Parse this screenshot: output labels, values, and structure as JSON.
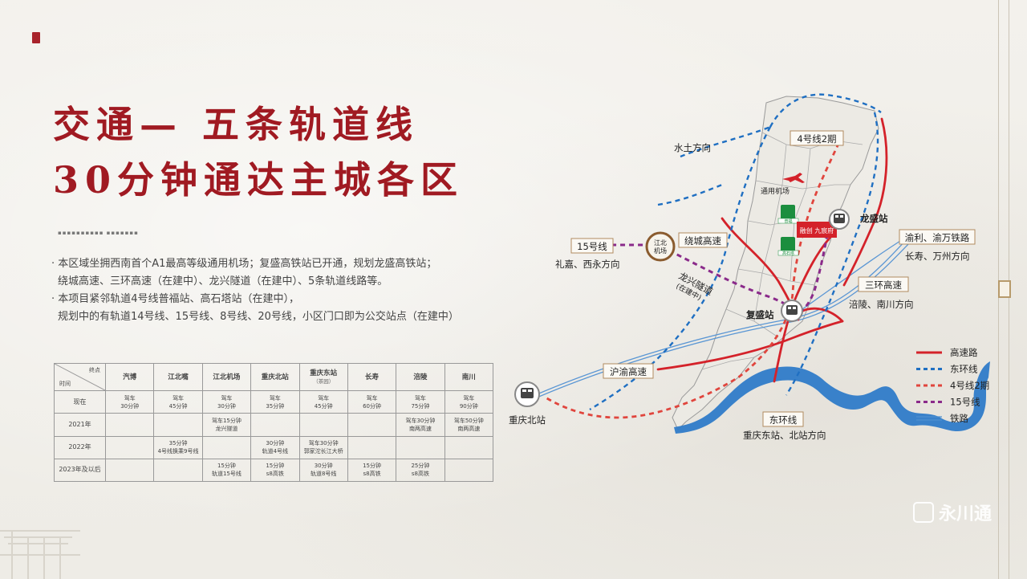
{
  "title": {
    "line1": "交通— 五条轨道线",
    "line2": "30分钟通达主城各区"
  },
  "intro": {
    "bullet1_a": "· 本区域坐拥西南首个A1最高等级通用机场；复盛高铁站已开通，规划龙盛高铁站；",
    "bullet1_b": "绕城高速、三环高速（在建中）、龙兴隧道（在建中）、5条轨道线路等。",
    "bullet2_a": "· 本项目紧邻轨道4号线普福站、高石塔站（在建中），",
    "bullet2_b": "规划中的有轨道14号线、15号线、8号线、20号线，小区门口即为公交站点（在建中）"
  },
  "table": {
    "corner_top": "终点",
    "corner_bottom": "时间",
    "headers": [
      "汽博",
      "江北嘴",
      "江北机场",
      "重庆北站",
      "重庆东站",
      "长寿",
      "涪陵",
      "南川"
    ],
    "header_notes": [
      "",
      "",
      "",
      "",
      "（茶园）",
      "",
      "",
      ""
    ],
    "rows": [
      {
        "label": "现在",
        "cells": [
          [
            "驾车",
            "30分钟"
          ],
          [
            "驾车",
            "45分钟"
          ],
          [
            "驾车",
            "30分钟"
          ],
          [
            "驾车",
            "35分钟"
          ],
          [
            "驾车",
            "45分钟"
          ],
          [
            "驾车",
            "60分钟"
          ],
          [
            "驾车",
            "75分钟"
          ],
          [
            "驾车",
            "90分钟"
          ]
        ]
      },
      {
        "label": "2021年",
        "cells": [
          [],
          [],
          [
            "驾车15分钟",
            "龙兴隧道"
          ],
          [],
          [],
          [],
          [
            "驾车30分钟",
            "南两高速"
          ],
          [
            "驾车50分钟",
            "南两高速"
          ]
        ]
      },
      {
        "label": "2022年",
        "cells": [
          [],
          [
            "35分钟",
            "4号线换乘9号线"
          ],
          [],
          [
            "30分钟",
            "轨道4号线"
          ],
          [
            "驾车30分钟",
            "郭家沱长江大桥"
          ],
          [],
          [],
          []
        ]
      },
      {
        "label": "2023年及以后",
        "cells": [
          [],
          [],
          [
            "15分钟",
            "轨道15号线"
          ],
          [
            "15分钟",
            "s8高铁"
          ],
          [
            "30分钟",
            "轨道8号线"
          ],
          [
            "15分钟",
            "s8高铁"
          ],
          [
            "25分钟",
            "s8高铁"
          ],
          []
        ]
      }
    ]
  },
  "map": {
    "labels": {
      "shuitu": "水土方向",
      "line4_phase2": "4号线2期",
      "general_airport": "通用机场",
      "longsheng": "龙盛站",
      "yuli": "渝利、渝万铁路",
      "changshou": "长寿、万州方向",
      "line15": "15号线",
      "lijia": "礼嘉、西永方向",
      "jiangbei_airport_1": "江北",
      "jiangbei_airport_2": "机场",
      "ring_expressway": "绕城高速",
      "longxing_tunnel": "龙兴隧道",
      "under_construction": "(在建中)",
      "third_ring": "三环高速",
      "fuling": "涪陵、南川方向",
      "fusheng": "复盛站",
      "huyu": "沪渝高速",
      "chongqing_north": "重庆北站",
      "east_ring": "东环线",
      "cq_east": "重庆东站、北站方向",
      "station_pufu": "普福",
      "station_gaoshita": "高石塔",
      "project_name": "融创 九宸府"
    },
    "legend": [
      {
        "label": "高速路",
        "color": "#d4222a",
        "style": "solid"
      },
      {
        "label": "东环线",
        "color": "#1f6fc2",
        "style": "dashed"
      },
      {
        "label": "4号线2期",
        "color": "#e0453d",
        "style": "dashed"
      },
      {
        "label": "15号线",
        "color": "#8a2a8a",
        "style": "dashed"
      },
      {
        "label": "铁路",
        "color": "#4f8fd0",
        "style": "double"
      }
    ]
  },
  "watermark": "永川通"
}
